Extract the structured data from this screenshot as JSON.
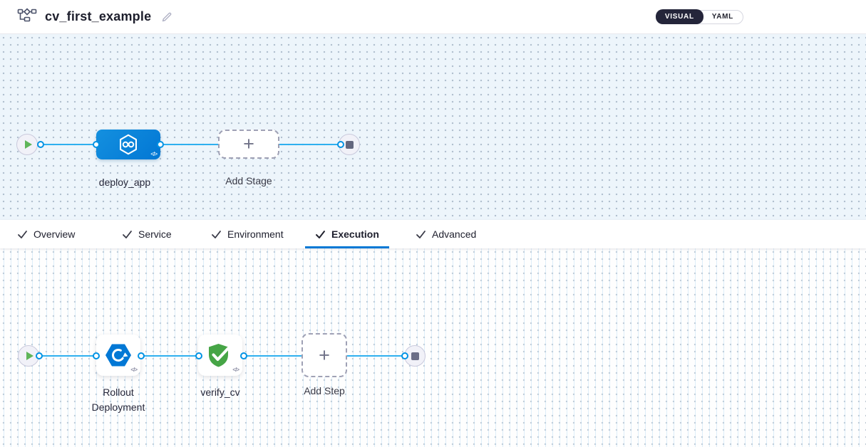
{
  "header": {
    "title": "cv_first_example",
    "view_toggle": {
      "visual_label": "VISUAL",
      "yaml_label": "YAML",
      "selected": "VISUAL"
    }
  },
  "stage_graph": {
    "stage_name": "deploy_app",
    "add_stage_label": "Add Stage",
    "plus": "+",
    "code_badge": "</>"
  },
  "config_tabs": [
    {
      "label": "Overview",
      "checked": true,
      "active": false
    },
    {
      "label": "Service",
      "checked": true,
      "active": false
    },
    {
      "label": "Environment",
      "checked": true,
      "active": false
    },
    {
      "label": "Execution",
      "checked": true,
      "active": true
    },
    {
      "label": "Advanced",
      "checked": true,
      "active": false
    }
  ],
  "execution_graph": {
    "steps": [
      {
        "name": "Rollout Deployment",
        "icon": "k8s-rollout-icon"
      },
      {
        "name": "verify_cv",
        "icon": "shield-check-icon"
      }
    ],
    "add_step_label": "Add Step",
    "plus": "+",
    "code_badge": "</>"
  },
  "colors": {
    "accent_blue": "#0278d5",
    "edge_blue": "#2fb0ef",
    "node_blue": "#0b82d8",
    "success_green": "#46a546",
    "play_green": "#5fb559",
    "toggle_dark": "#24253a"
  }
}
